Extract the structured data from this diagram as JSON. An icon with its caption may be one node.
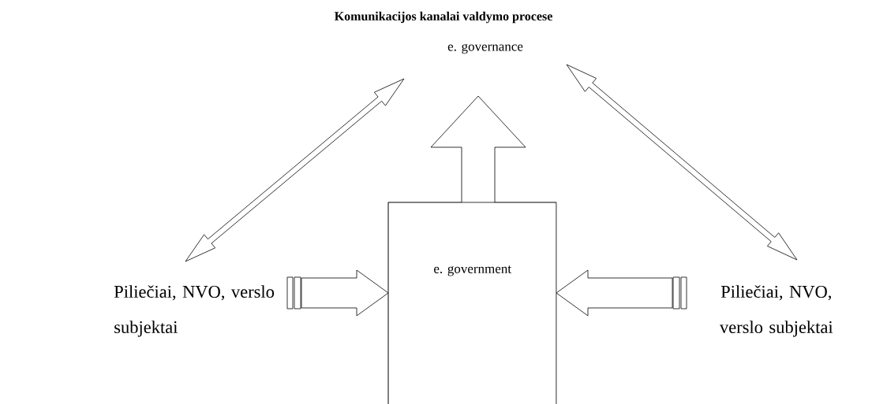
{
  "diagram": {
    "title": "Komunikacijos kanalai valdymo procese",
    "nodes": [
      {
        "text": [
          "e. governance"
        ]
      },
      {
        "text": [
          "Piliečiai, NVO, verslo subjektai"
        ]
      },
      {
        "text": [
          "e. government"
        ]
      },
      {
        "text": [
          "Piliečiai, NVO, verslo subjektai"
        ]
      }
    ],
    "edges": [
      {
        "from": 1,
        "to": 0,
        "arrow": "both"
      },
      {
        "from": 3,
        "to": 0,
        "arrow": "both"
      },
      {
        "from": 1,
        "to": 2,
        "arrow": "to"
      },
      {
        "from": 3,
        "to": 2,
        "arrow": "to"
      },
      {
        "from": 2,
        "to": 0,
        "arrow": "to"
      }
    ]
  }
}
